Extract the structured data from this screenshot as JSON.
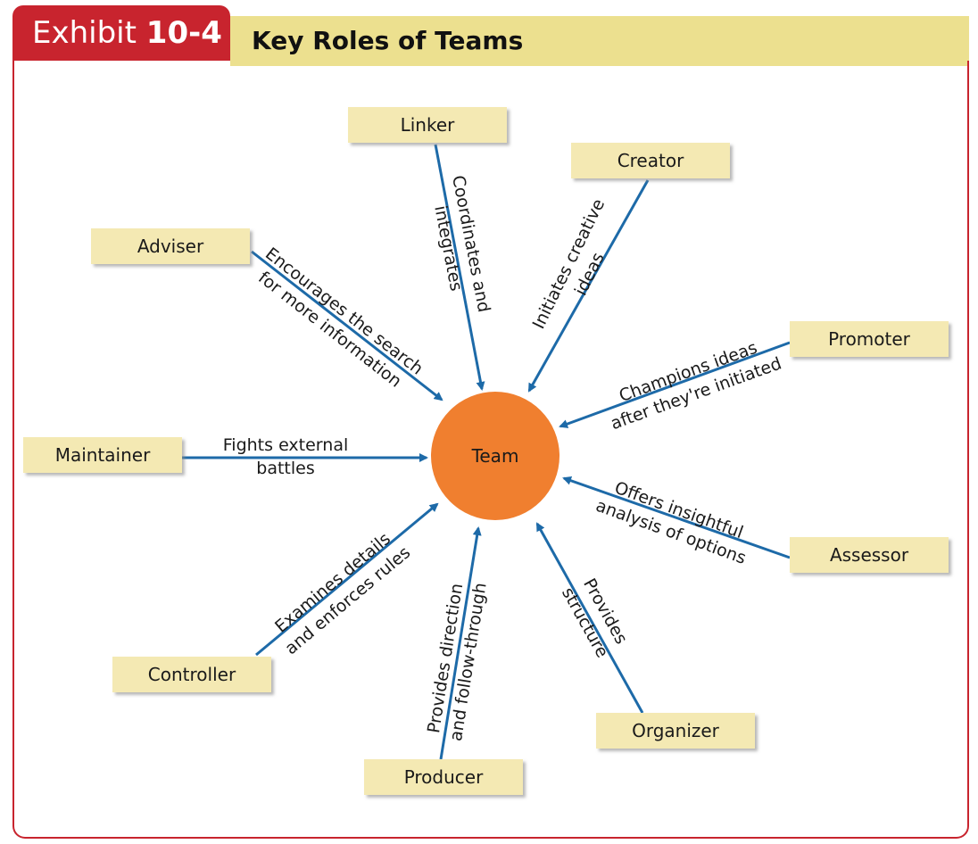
{
  "header": {
    "exhibit_word": "Exhibit",
    "exhibit_number": "10-4",
    "title": "Key Roles of Teams"
  },
  "colors": {
    "exhibit_red": "#c8242e",
    "title_yellow": "#ece08f",
    "box_yellow": "#f4e9b3",
    "arrow_blue": "#1d6aa8",
    "team_orange": "#f07f2f"
  },
  "center": {
    "label": "Team"
  },
  "roles": [
    {
      "name": "Linker",
      "description": [
        "Coordinates and",
        "integrates"
      ]
    },
    {
      "name": "Creator",
      "description": [
        "Initiates creative",
        "ideas"
      ]
    },
    {
      "name": "Promoter",
      "description": [
        "Champions ideas",
        "after they're initiated"
      ]
    },
    {
      "name": "Assessor",
      "description": [
        "Offers insightful",
        "analysis of options"
      ]
    },
    {
      "name": "Organizer",
      "description": [
        "Provides",
        "structure"
      ]
    },
    {
      "name": "Producer",
      "description": [
        "Provides direction",
        "and follow-through"
      ]
    },
    {
      "name": "Controller",
      "description": [
        "Examines details",
        "and enforces rules"
      ]
    },
    {
      "name": "Maintainer",
      "description": [
        "Fights external",
        "battles"
      ]
    },
    {
      "name": "Adviser",
      "description": [
        "Encourages the search",
        "for more information"
      ]
    }
  ]
}
